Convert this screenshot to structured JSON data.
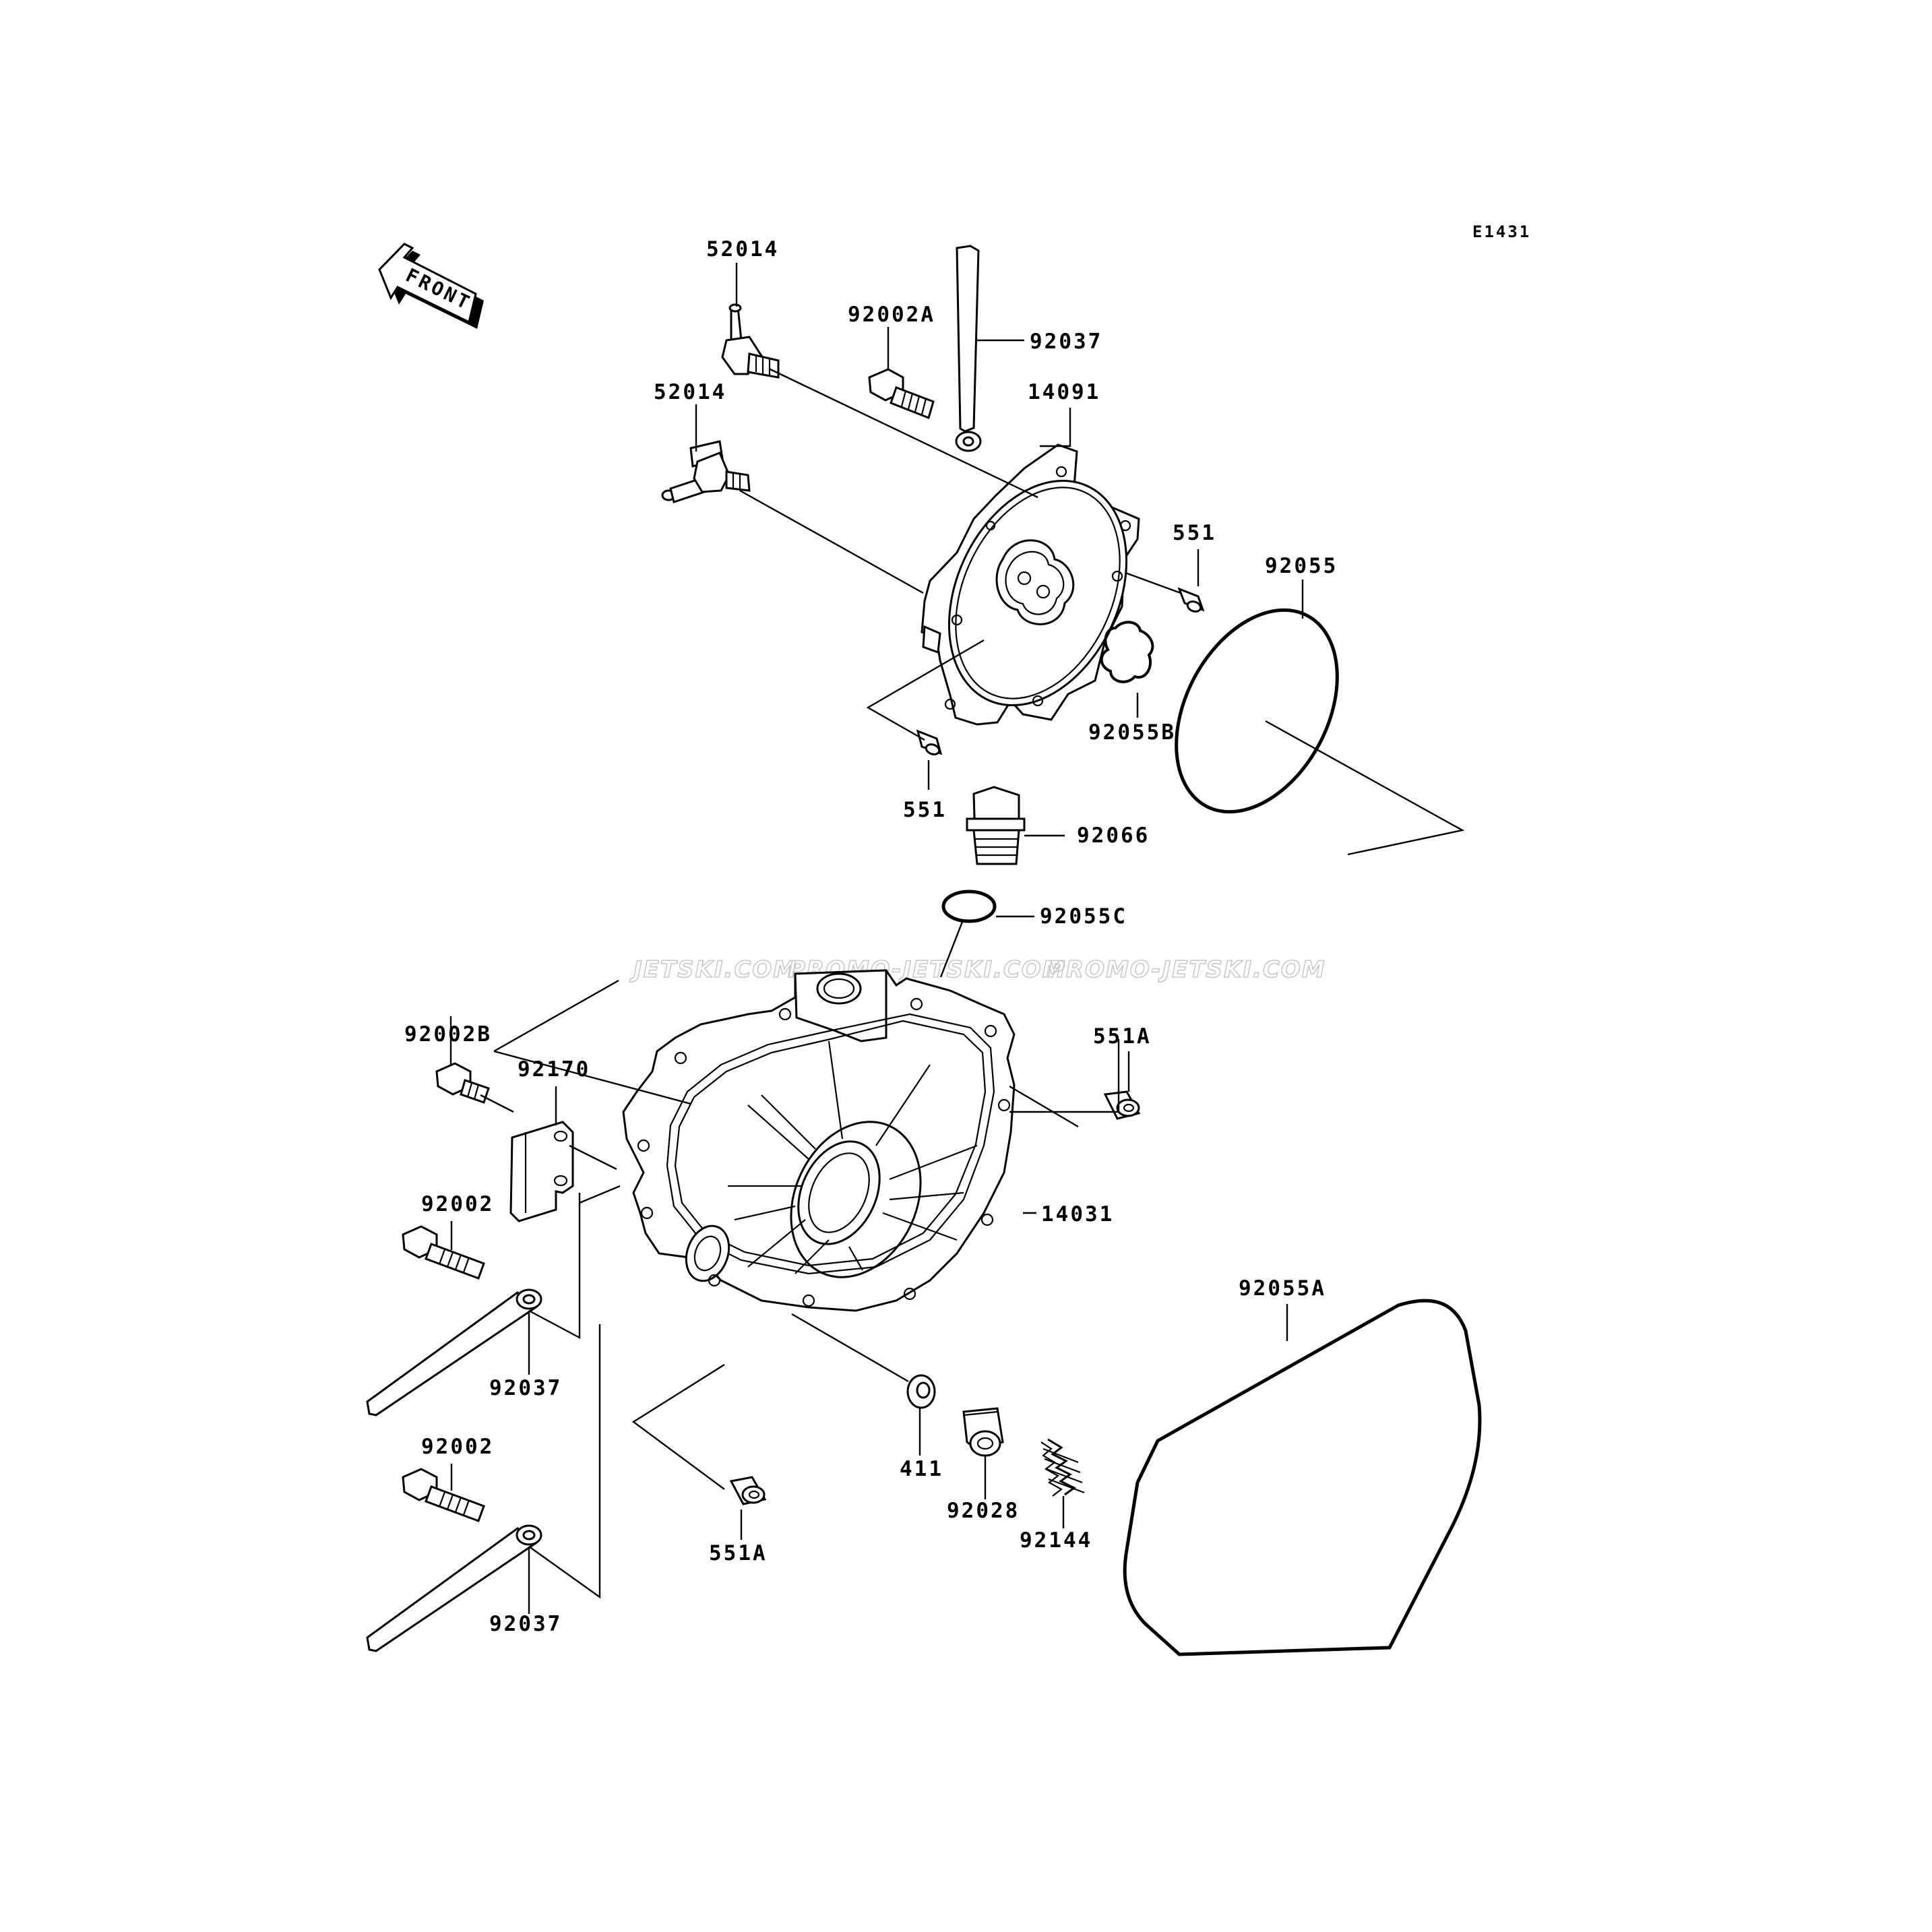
{
  "diagram": {
    "code": "E1431",
    "front_arrow_text": "FRONT",
    "watermark": [
      "JETSKI.COM",
      "PROMO-JETSKI.COM",
      "PROMO-JETSKI.COM"
    ],
    "parts": {
      "p52014_top": "52014",
      "p52014_mid": "52014",
      "p92002A": "92002A",
      "p92037_top": "92037",
      "p14091": "14091",
      "p551_right": "551",
      "p92055": "92055",
      "p92055B": "92055B",
      "p551_left": "551",
      "p92066": "92066",
      "p92055C": "92055C",
      "p92002B": "92002B",
      "p551A_right": "551A",
      "p92170": "92170",
      "p14031": "14031",
      "p92002_a": "92002",
      "p92037_mid": "92037",
      "p92055A": "92055A",
      "p411": "411",
      "p92028": "92028",
      "p92144": "92144",
      "p92002_b": "92002",
      "p551A_bottom": "551A",
      "p92037_bottom": "92037"
    }
  }
}
